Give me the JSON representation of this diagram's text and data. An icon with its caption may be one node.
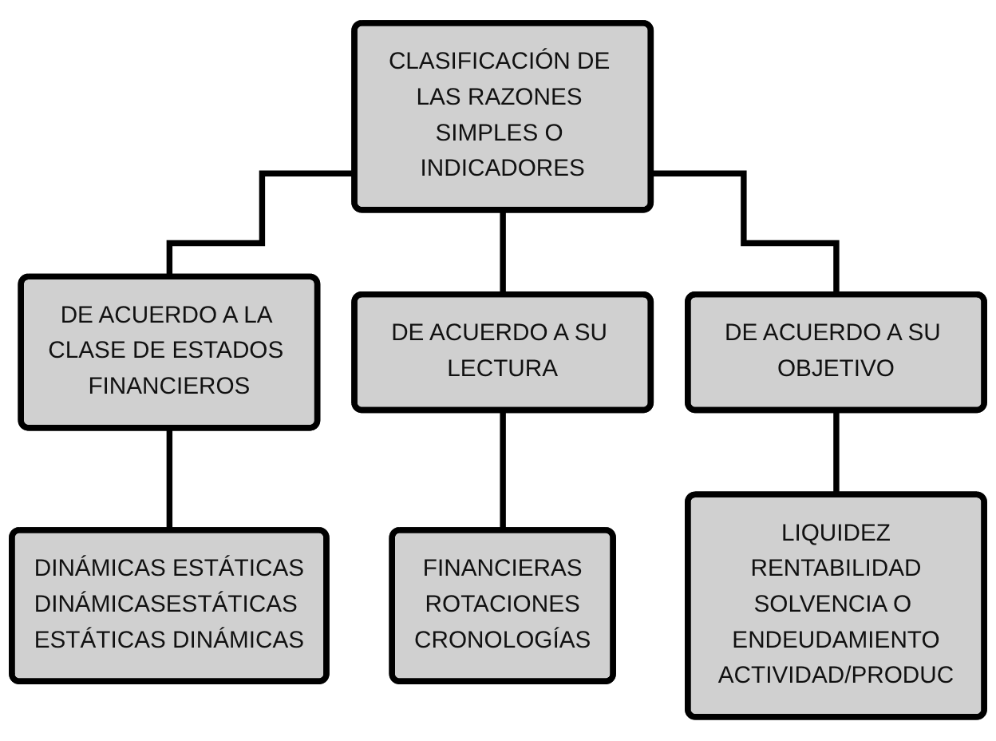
{
  "diagram": {
    "nodes": [
      {
        "text": [
          "CLASIFICACIÓN DE LAS RAZONES SIMPLES O INDICADORES"
        ]
      },
      {
        "text": [
          "DE ACUERDO A LA CLASE DE ESTADOS FINANCIEROS"
        ]
      },
      {
        "text": [
          "DE ACUERDO A SU LECTURA"
        ]
      },
      {
        "text": [
          "DE ACUERDO A SU OBJETIVO"
        ]
      },
      {
        "text": [
          "DINÁMICAS ESTÁTICAS",
          "DINÁMICASESTÁTICAS ESTÁTICAS DINÁMICAS"
        ]
      },
      {
        "text": [
          "FINANCIERAS",
          "ROTACIONES",
          "CRONOLOGÍAS"
        ]
      },
      {
        "text": [
          "LIQUIDEZ",
          "RENTABILIDAD",
          "SOLVENCIA O ENDEUDAMIENTO",
          "ACTIVIDAD/PRODUC"
        ]
      }
    ],
    "edges": [
      {
        "from": 0,
        "to": 1,
        "arrow": "none"
      },
      {
        "from": 0,
        "to": 2,
        "arrow": "none"
      },
      {
        "from": 0,
        "to": 3,
        "arrow": "none"
      },
      {
        "from": 1,
        "to": 4,
        "arrow": "none"
      },
      {
        "from": 2,
        "to": 5,
        "arrow": "none"
      },
      {
        "from": 3,
        "to": 6,
        "arrow": "none"
      }
    ]
  }
}
